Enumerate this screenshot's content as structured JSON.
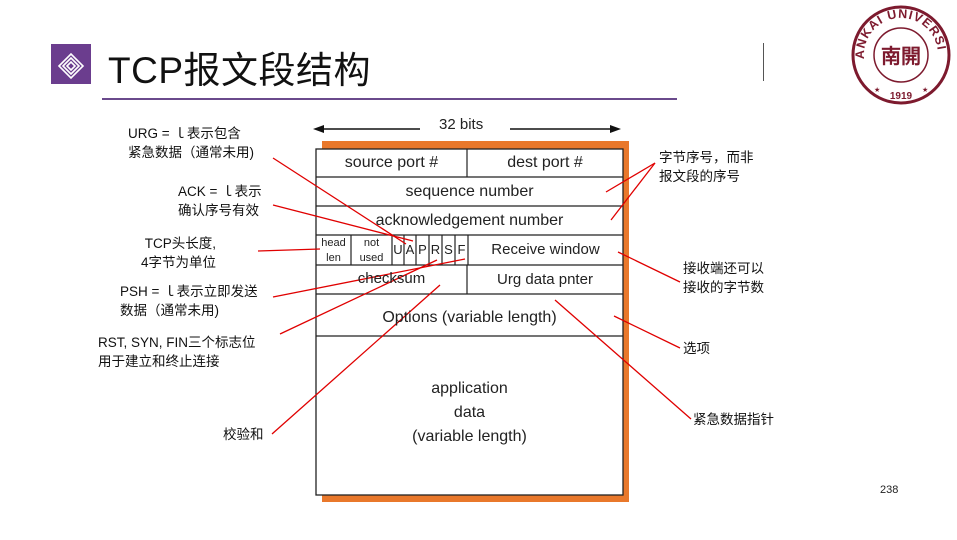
{
  "title": "TCP报文段结构",
  "page_number": "238",
  "width_label": "32 bits",
  "fields": {
    "source_port": "source port #",
    "dest_port": "dest port #",
    "sequence": "sequence number",
    "ack": "acknowledgement number",
    "head_len_1": "head",
    "head_len_2": "len",
    "not_used_1": "not",
    "not_used_2": "used",
    "flags": [
      "U",
      "A",
      "P",
      "R",
      "S",
      "F"
    ],
    "receive_window": "Receive window",
    "checksum": "checksum",
    "urg_ptr": "Urg data pnter",
    "options": "Options (variable length)",
    "app_1": "application",
    "app_2": "data",
    "app_3": "(variable length)"
  },
  "annotations": {
    "urg": [
      "URG = ｌ表示包含",
      "紧急数据（通常未用)"
    ],
    "ack": [
      "ACK = ｌ表示",
      "确认序号有效"
    ],
    "hlen": [
      "TCP头长度,",
      "4字节为单位"
    ],
    "psh": [
      "PSH = ｌ表示立即发送",
      "数据（通常未用)"
    ],
    "rsf": [
      "RST, SYN, FIN三个标志位",
      "用于建立和终止连接"
    ],
    "checksum": [
      "校验和"
    ],
    "seq": [
      "字节序号，而非",
      "报文段的序号"
    ],
    "rwnd": [
      "接收端还可以",
      "接收的字节数"
    ],
    "options": [
      "选项"
    ],
    "urgptr": [
      "紧急数据指针"
    ]
  },
  "seal": {
    "top_text": "NANKAI UNIVERSITY",
    "year": "1919",
    "center": "南開"
  },
  "colors": {
    "accent_purple": "#6b3d8e",
    "shadow_orange": "#e9782b",
    "pointer_red": "#e00000",
    "seal_maroon": "#7d1a2e"
  }
}
